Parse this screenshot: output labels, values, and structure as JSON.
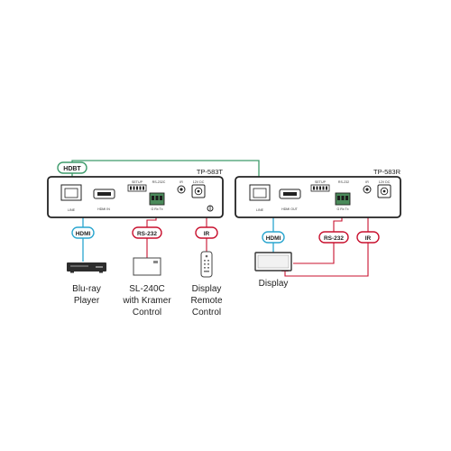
{
  "transmitter": {
    "model": "TP-583T",
    "labels": {
      "line": "LINE",
      "hdmi_in": "HDMI IN",
      "setup": "SETUP",
      "rs232": "RS-232C",
      "g_rx_tx": "G Rx Tx",
      "ir": "IR",
      "power": "12V DC"
    }
  },
  "receiver": {
    "model": "TP-583R",
    "labels": {
      "line": "LINE",
      "hdmi_out": "HDMI OUT",
      "setup": "SETUP",
      "rs232": "RS-232",
      "g_rx_tx": "G Rx Tx",
      "ir": "IR",
      "power": "12V DC"
    }
  },
  "tags": {
    "hdbt": "HDBT",
    "hdmi_tx": "HDMI",
    "rs232_tx": "RS-232",
    "ir_tx": "IR",
    "hdmi_rx": "HDMI",
    "rs232_rx": "RS-232",
    "ir_rx": "IR"
  },
  "devices": {
    "bluray": [
      "Blu-ray",
      "Player"
    ],
    "sl240c": [
      "SL-240C",
      "with Kramer",
      "Control"
    ],
    "remote": [
      "Display",
      "Remote",
      "Control"
    ],
    "display": [
      "Display"
    ]
  },
  "colors": {
    "hdbt": "#3e9b6b",
    "hdmi": "#2aa6cf",
    "rs232": "#c8102e",
    "ir": "#c8102e",
    "device": "#2d2d2d"
  }
}
